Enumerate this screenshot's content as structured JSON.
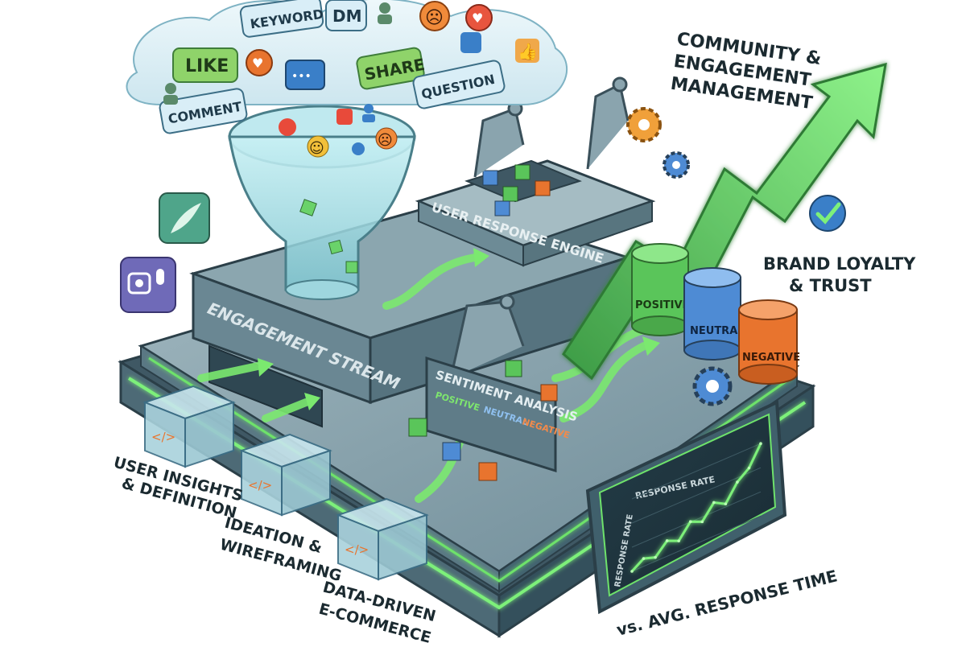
{
  "bubbles": {
    "like": "LIKE",
    "keyword": "KEYWORD",
    "dm": "DM",
    "share": "SHARE",
    "comment": "COMMENT",
    "question": "QUESTION"
  },
  "labels": {
    "title_line1": "COMMUNITY &",
    "title_line2": "ENGAGEMENT",
    "title_line3": "MANAGEMENT",
    "brand_line1": "BRAND LOYALTY",
    "brand_line2": "& TRUST",
    "engine": "USER RESPONSE ENGINE",
    "stream": "ENGAGEMENT STREAM",
    "sentiment": "SENTIMENT ANALYSIS",
    "sent_positive": "POSITIVE",
    "sent_neutral": "NEUTRAL",
    "sent_negative": "NEGATIVE",
    "cyl_positive": "POSITIVE",
    "cyl_neutral": "NEUTRAL",
    "cyl_negative": "NEGATIVE",
    "response_rate": "RESPONSE RATE",
    "response_rate_axis": "RESPONSE RATE",
    "vs_time": "vs. AVG. RESPONSE TIME",
    "stage1_line1": "USER INSIGHTS",
    "stage1_line2": "& DEFINITION",
    "stage2_line1": "IDEATION &",
    "stage2_line2": "WIREFRAMING",
    "stage3_line1": "DATA-DRIVEN",
    "stage3_line2": "E-COMMERCE"
  },
  "icons": {
    "code_glyph": "</>",
    "emoji_happy": "☺",
    "emoji_angry": "☹",
    "heart": "♥",
    "thumb": "👍",
    "ellipsis": "•••"
  },
  "colors": {
    "green": "#4fbf4a",
    "blue": "#3a7fc8",
    "orange": "#e8742e",
    "slate": "#5d7a86",
    "slate_dark": "#3f5a66",
    "glow": "#7df07a",
    "cloud": "#dff0f6"
  },
  "chart_data": {
    "type": "line",
    "title": "RESPONSE RATE",
    "ylabel": "RESPONSE RATE",
    "xlabel": "",
    "series": [
      {
        "name": "",
        "values": [
          2,
          2.6,
          2.3,
          3.2,
          2.8,
          3.9,
          3.5,
          4.6,
          4.1,
          5.4,
          6.1,
          7.6
        ]
      }
    ],
    "grid": true
  }
}
